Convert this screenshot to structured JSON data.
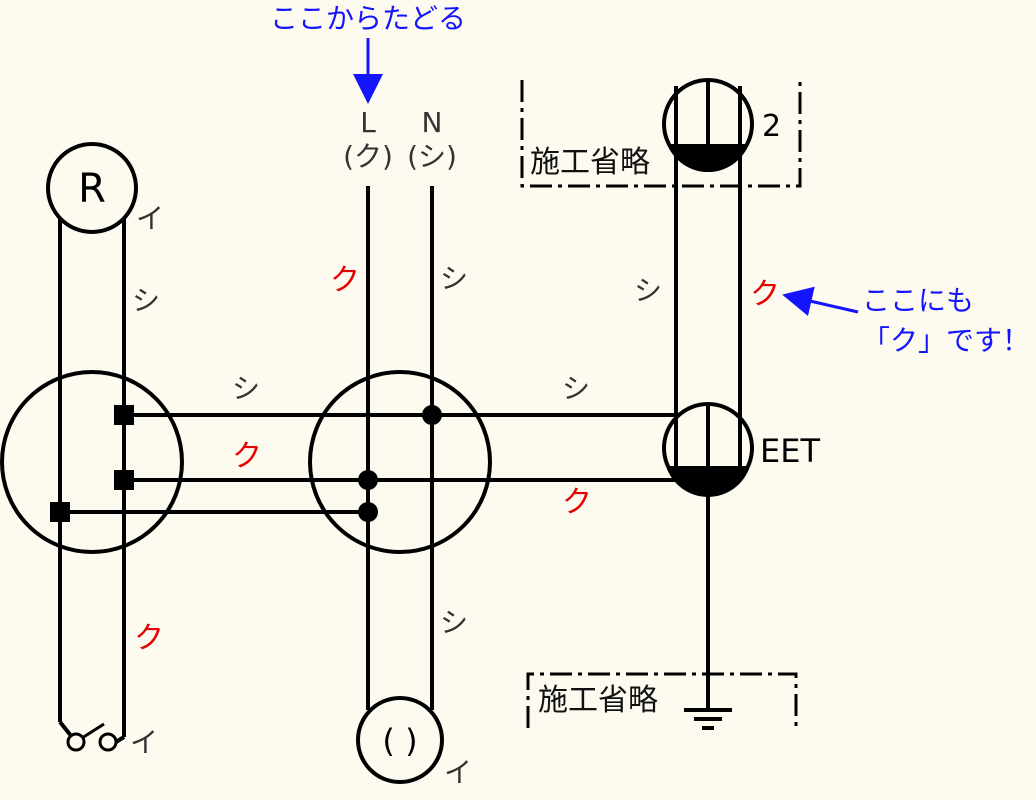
{
  "annotations": {
    "trace_from": "ここからたどる",
    "here_too_line1": "ここにも",
    "here_too_line2": "「ク」です！"
  },
  "source": {
    "L": "L",
    "N": "N",
    "L_sub": "(ク)",
    "N_sub": "(シ)"
  },
  "symbols": {
    "lamp": "R",
    "outlet": "( )",
    "eet": "EET",
    "outlet2_count": "2",
    "omitted": "施工省略"
  },
  "wire_marks": {
    "ku": "ク",
    "shi": "シ",
    "i": "イ"
  },
  "colors": {
    "background": "#fdfaf0",
    "annotation_blue": "#1414ff",
    "ku_red": "#e60000"
  }
}
